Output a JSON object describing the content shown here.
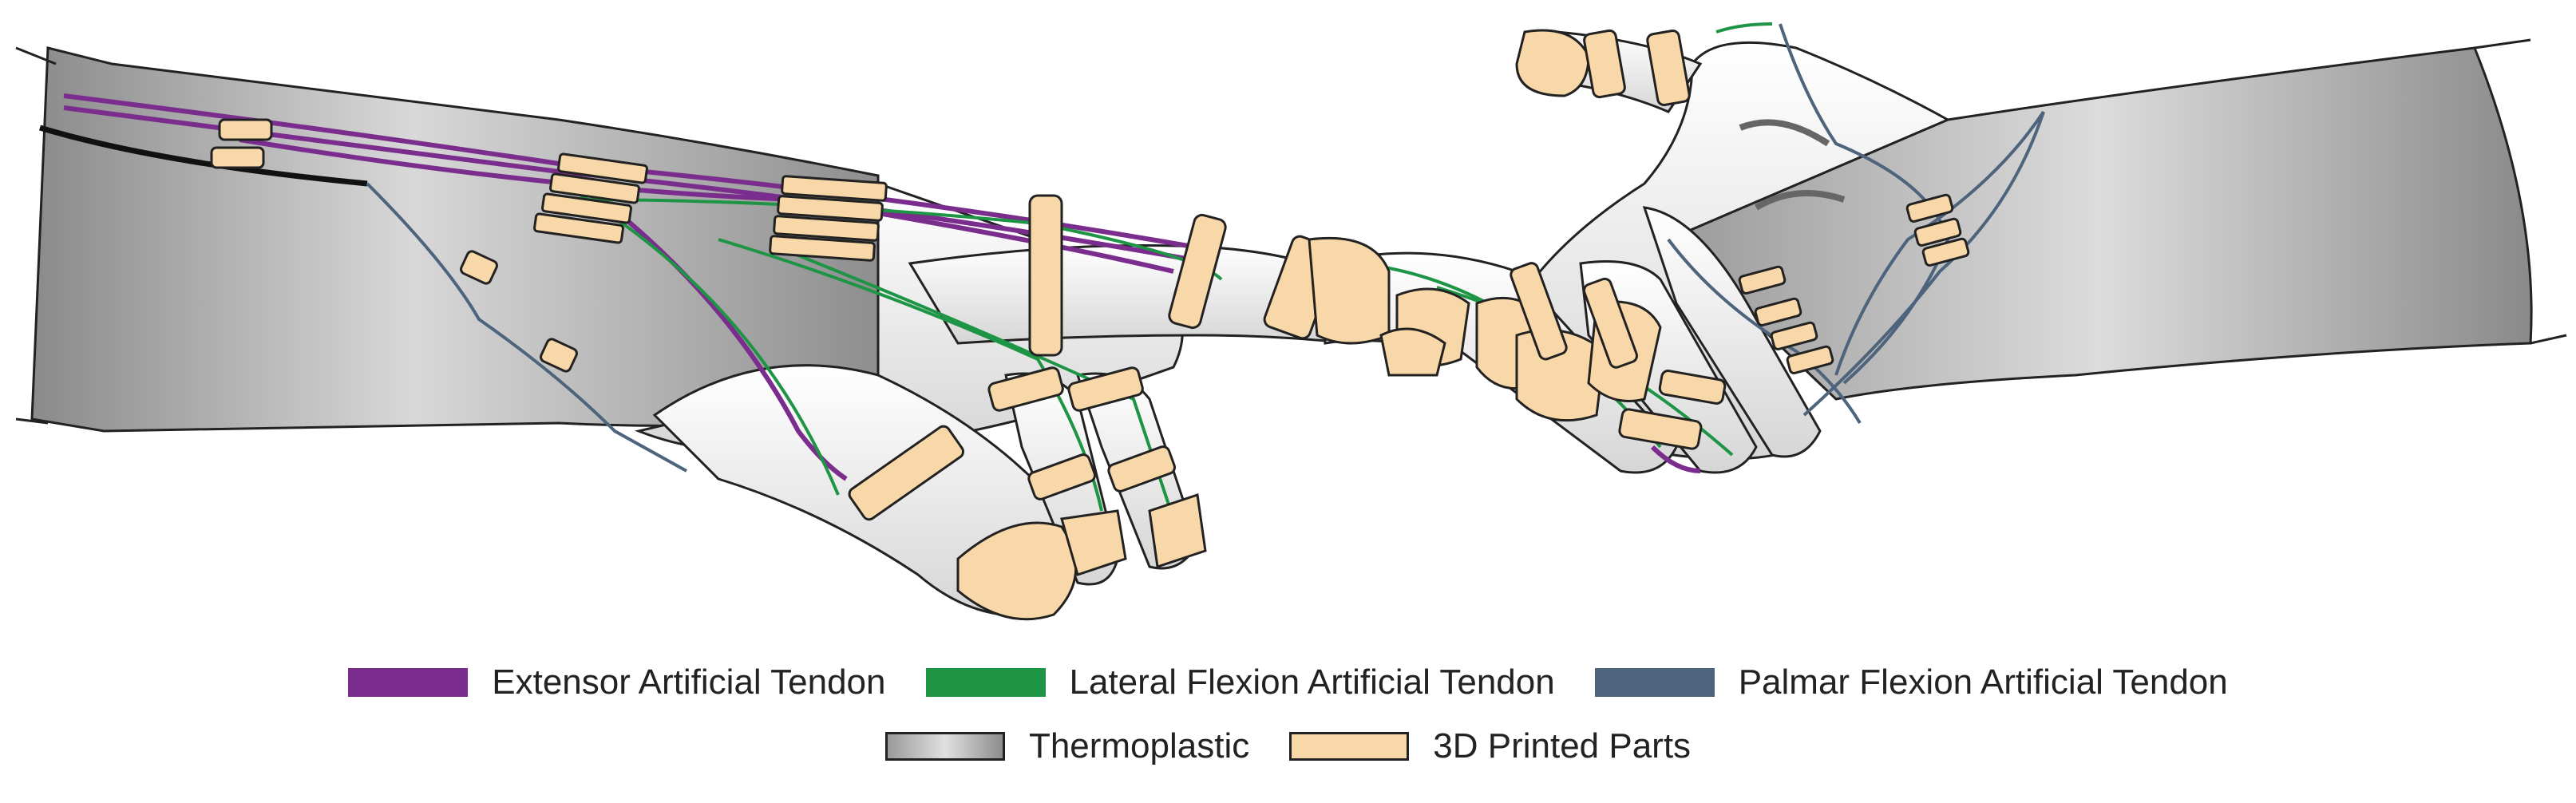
{
  "colors": {
    "extensor": "#7b2d8e",
    "lateral": "#1e9445",
    "palmar": "#4d647c",
    "printed": "#f8d8a8",
    "outline": "#222222"
  },
  "legend": {
    "items": [
      {
        "label": "Extensor Artificial Tendon",
        "swatch": "extensor-line"
      },
      {
        "label": "Lateral Flexion Artificial Tendon",
        "swatch": "lateral-line"
      },
      {
        "label": "Palmar Flexion Artificial Tendon",
        "swatch": "palmar-line"
      },
      {
        "label": "Thermoplastic",
        "swatch": "thermoplastic-gradient"
      },
      {
        "label": "3D Printed Parts",
        "swatch": "printed-fill"
      }
    ]
  }
}
